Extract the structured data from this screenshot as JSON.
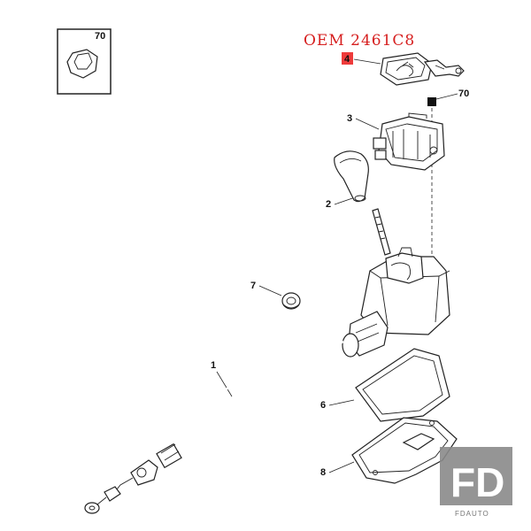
{
  "oem_label": "OEM 2461C8",
  "callouts": {
    "inset_nut": "70",
    "top_nut": "70",
    "cover": "4",
    "housing": "3",
    "knob": "2",
    "grommet": "7",
    "cable": "1",
    "gasket": "6",
    "trim_plate": "8"
  },
  "watermark": {
    "logo": "FD",
    "brand": "FDAUTO"
  },
  "colors": {
    "oem_text": "#d61f1f",
    "highlight": "#ee3b3b",
    "line": "#222222",
    "watermark_grey": "#8a8a8a"
  }
}
